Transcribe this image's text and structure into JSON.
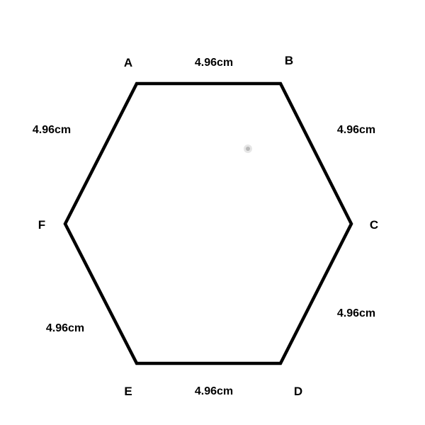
{
  "figure": {
    "shape": "regular hexagon",
    "vertices": {
      "A": "A",
      "B": "B",
      "C": "C",
      "D": "D",
      "E": "E",
      "F": "F"
    },
    "sides": {
      "AB": "4.96cm",
      "BC": "4.96cm",
      "CD": "4.96cm",
      "DE": "4.96cm",
      "EF": "4.96cm",
      "FA": "4.96cm"
    },
    "colors": {
      "stroke": "#000000",
      "text": "#000000",
      "background": "#ffffff",
      "dot": "#b8b8b8"
    }
  }
}
